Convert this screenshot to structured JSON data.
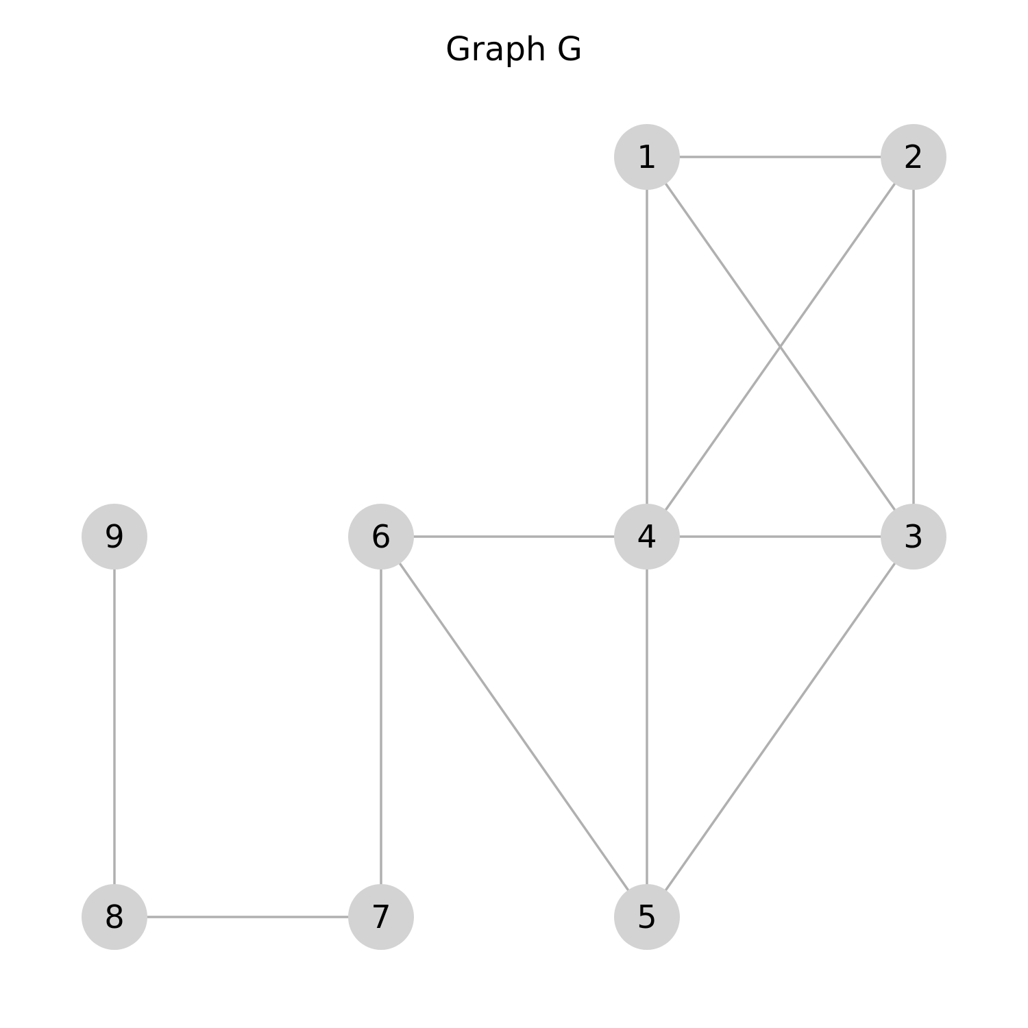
{
  "title": "Graph G",
  "colors": {
    "node_fill": "#d3d3d3",
    "edge_stroke": "#b0b0b0",
    "label": "#000000",
    "background": "#ffffff"
  },
  "nodes": [
    {
      "id": "1",
      "label": "1"
    },
    {
      "id": "2",
      "label": "2"
    },
    {
      "id": "3",
      "label": "3"
    },
    {
      "id": "4",
      "label": "4"
    },
    {
      "id": "5",
      "label": "5"
    },
    {
      "id": "6",
      "label": "6"
    },
    {
      "id": "7",
      "label": "7"
    },
    {
      "id": "8",
      "label": "8"
    },
    {
      "id": "9",
      "label": "9"
    }
  ],
  "edges": [
    [
      "1",
      "2"
    ],
    [
      "1",
      "4"
    ],
    [
      "1",
      "3"
    ],
    [
      "2",
      "4"
    ],
    [
      "2",
      "3"
    ],
    [
      "4",
      "3"
    ],
    [
      "6",
      "4"
    ],
    [
      "4",
      "5"
    ],
    [
      "3",
      "5"
    ],
    [
      "6",
      "5"
    ],
    [
      "6",
      "7"
    ],
    [
      "8",
      "7"
    ],
    [
      "9",
      "8"
    ]
  ]
}
